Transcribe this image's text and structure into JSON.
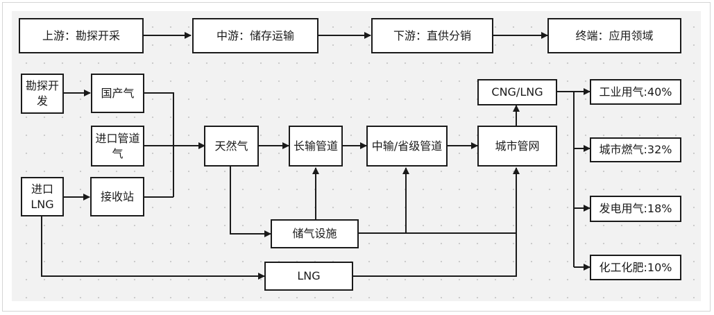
{
  "stages": {
    "upstream": "上游：勘探开采",
    "midstream": "中游：储存运输",
    "downstream": "下游：直供分销",
    "terminal": "终端：应用领域"
  },
  "nodes": {
    "exploration": "勘探开发",
    "domestic_gas": "国产气",
    "pipeline_import": "进口管道气",
    "import_lng": "进口LNG",
    "receiving_station": "接收站",
    "natural_gas": "天然气",
    "long_pipeline": "长输管道",
    "mid_pipeline": "中输/省级管道",
    "city_network": "城市管网",
    "cng_lng": "CNG/LNG",
    "storage": "储气设施",
    "lng": "LNG"
  },
  "applications": {
    "industrial": "工业用气:40%",
    "city_gas": "城市燃气:32%",
    "power": "发电用气:18%",
    "fertilizer": "化工化肥:10%"
  },
  "colors": {
    "line": "#1a1a1a",
    "canvas": "#f2f2f2",
    "box_fill": "#ffffff"
  }
}
